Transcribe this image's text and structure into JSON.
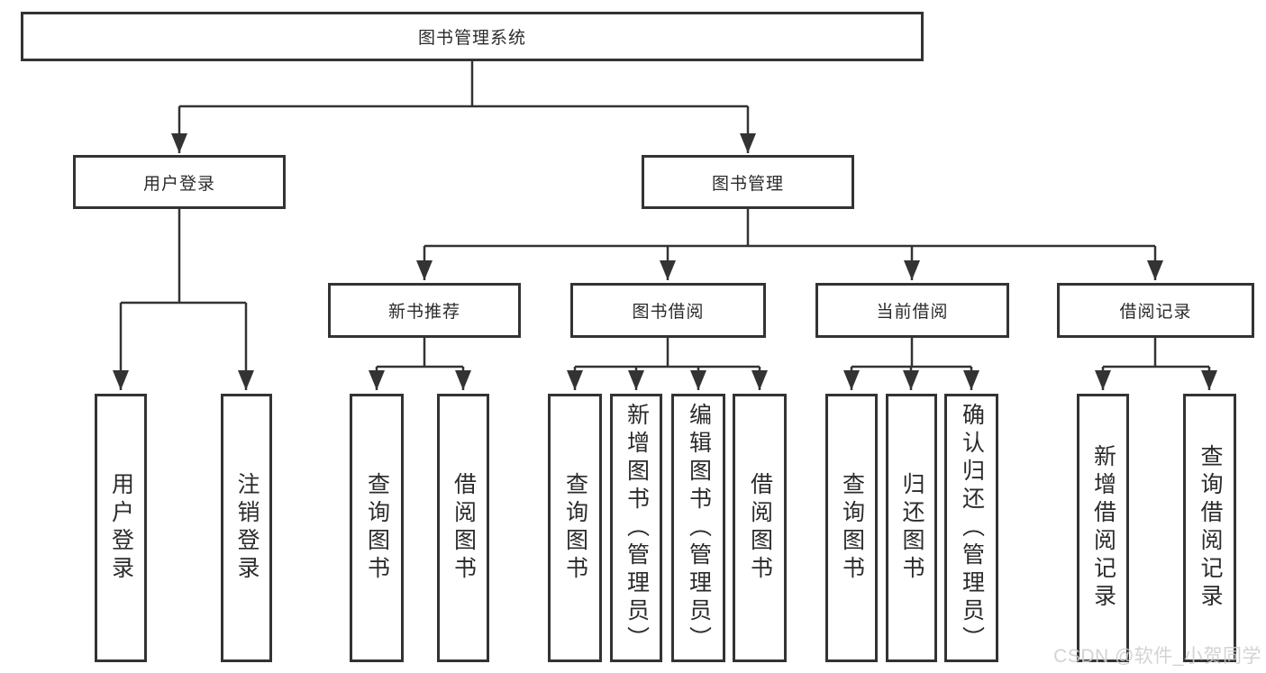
{
  "diagram": {
    "title_note": "library management system functional structure chart",
    "root": {
      "label": "图书管理系统"
    },
    "level2": [
      {
        "label": "用户登录"
      },
      {
        "label": "图书管理"
      }
    ],
    "level3": [
      {
        "label": "新书推荐"
      },
      {
        "label": "图书借阅"
      },
      {
        "label": "当前借阅"
      },
      {
        "label": "借阅记录"
      }
    ],
    "leaves": [
      {
        "label": "用户登录",
        "parent": "用户登录"
      },
      {
        "label": "注销登录",
        "parent": "用户登录"
      },
      {
        "label": "查询图书",
        "parent": "新书推荐"
      },
      {
        "label": "借阅图书",
        "parent": "新书推荐"
      },
      {
        "label": "查询图书",
        "parent": "图书借阅"
      },
      {
        "label": "新增图书（管理员）",
        "parent": "图书借阅"
      },
      {
        "label": "编辑图书（管理员）",
        "parent": "图书借阅"
      },
      {
        "label": "借阅图书",
        "parent": "图书借阅"
      },
      {
        "label": "查询图书",
        "parent": "当前借阅"
      },
      {
        "label": "归还图书",
        "parent": "当前借阅"
      },
      {
        "label": "确认归还（管理员）",
        "parent": "当前借阅"
      },
      {
        "label": "新增借阅记录",
        "parent": "借阅记录"
      },
      {
        "label": "查询借阅记录",
        "parent": "借阅记录"
      }
    ],
    "colors": {
      "line": "#333333",
      "box_border": "#333333",
      "text": "#2b2b2b",
      "background": "#ffffff"
    }
  },
  "watermark": {
    "text": "CSDN @软件_小贺同学"
  }
}
